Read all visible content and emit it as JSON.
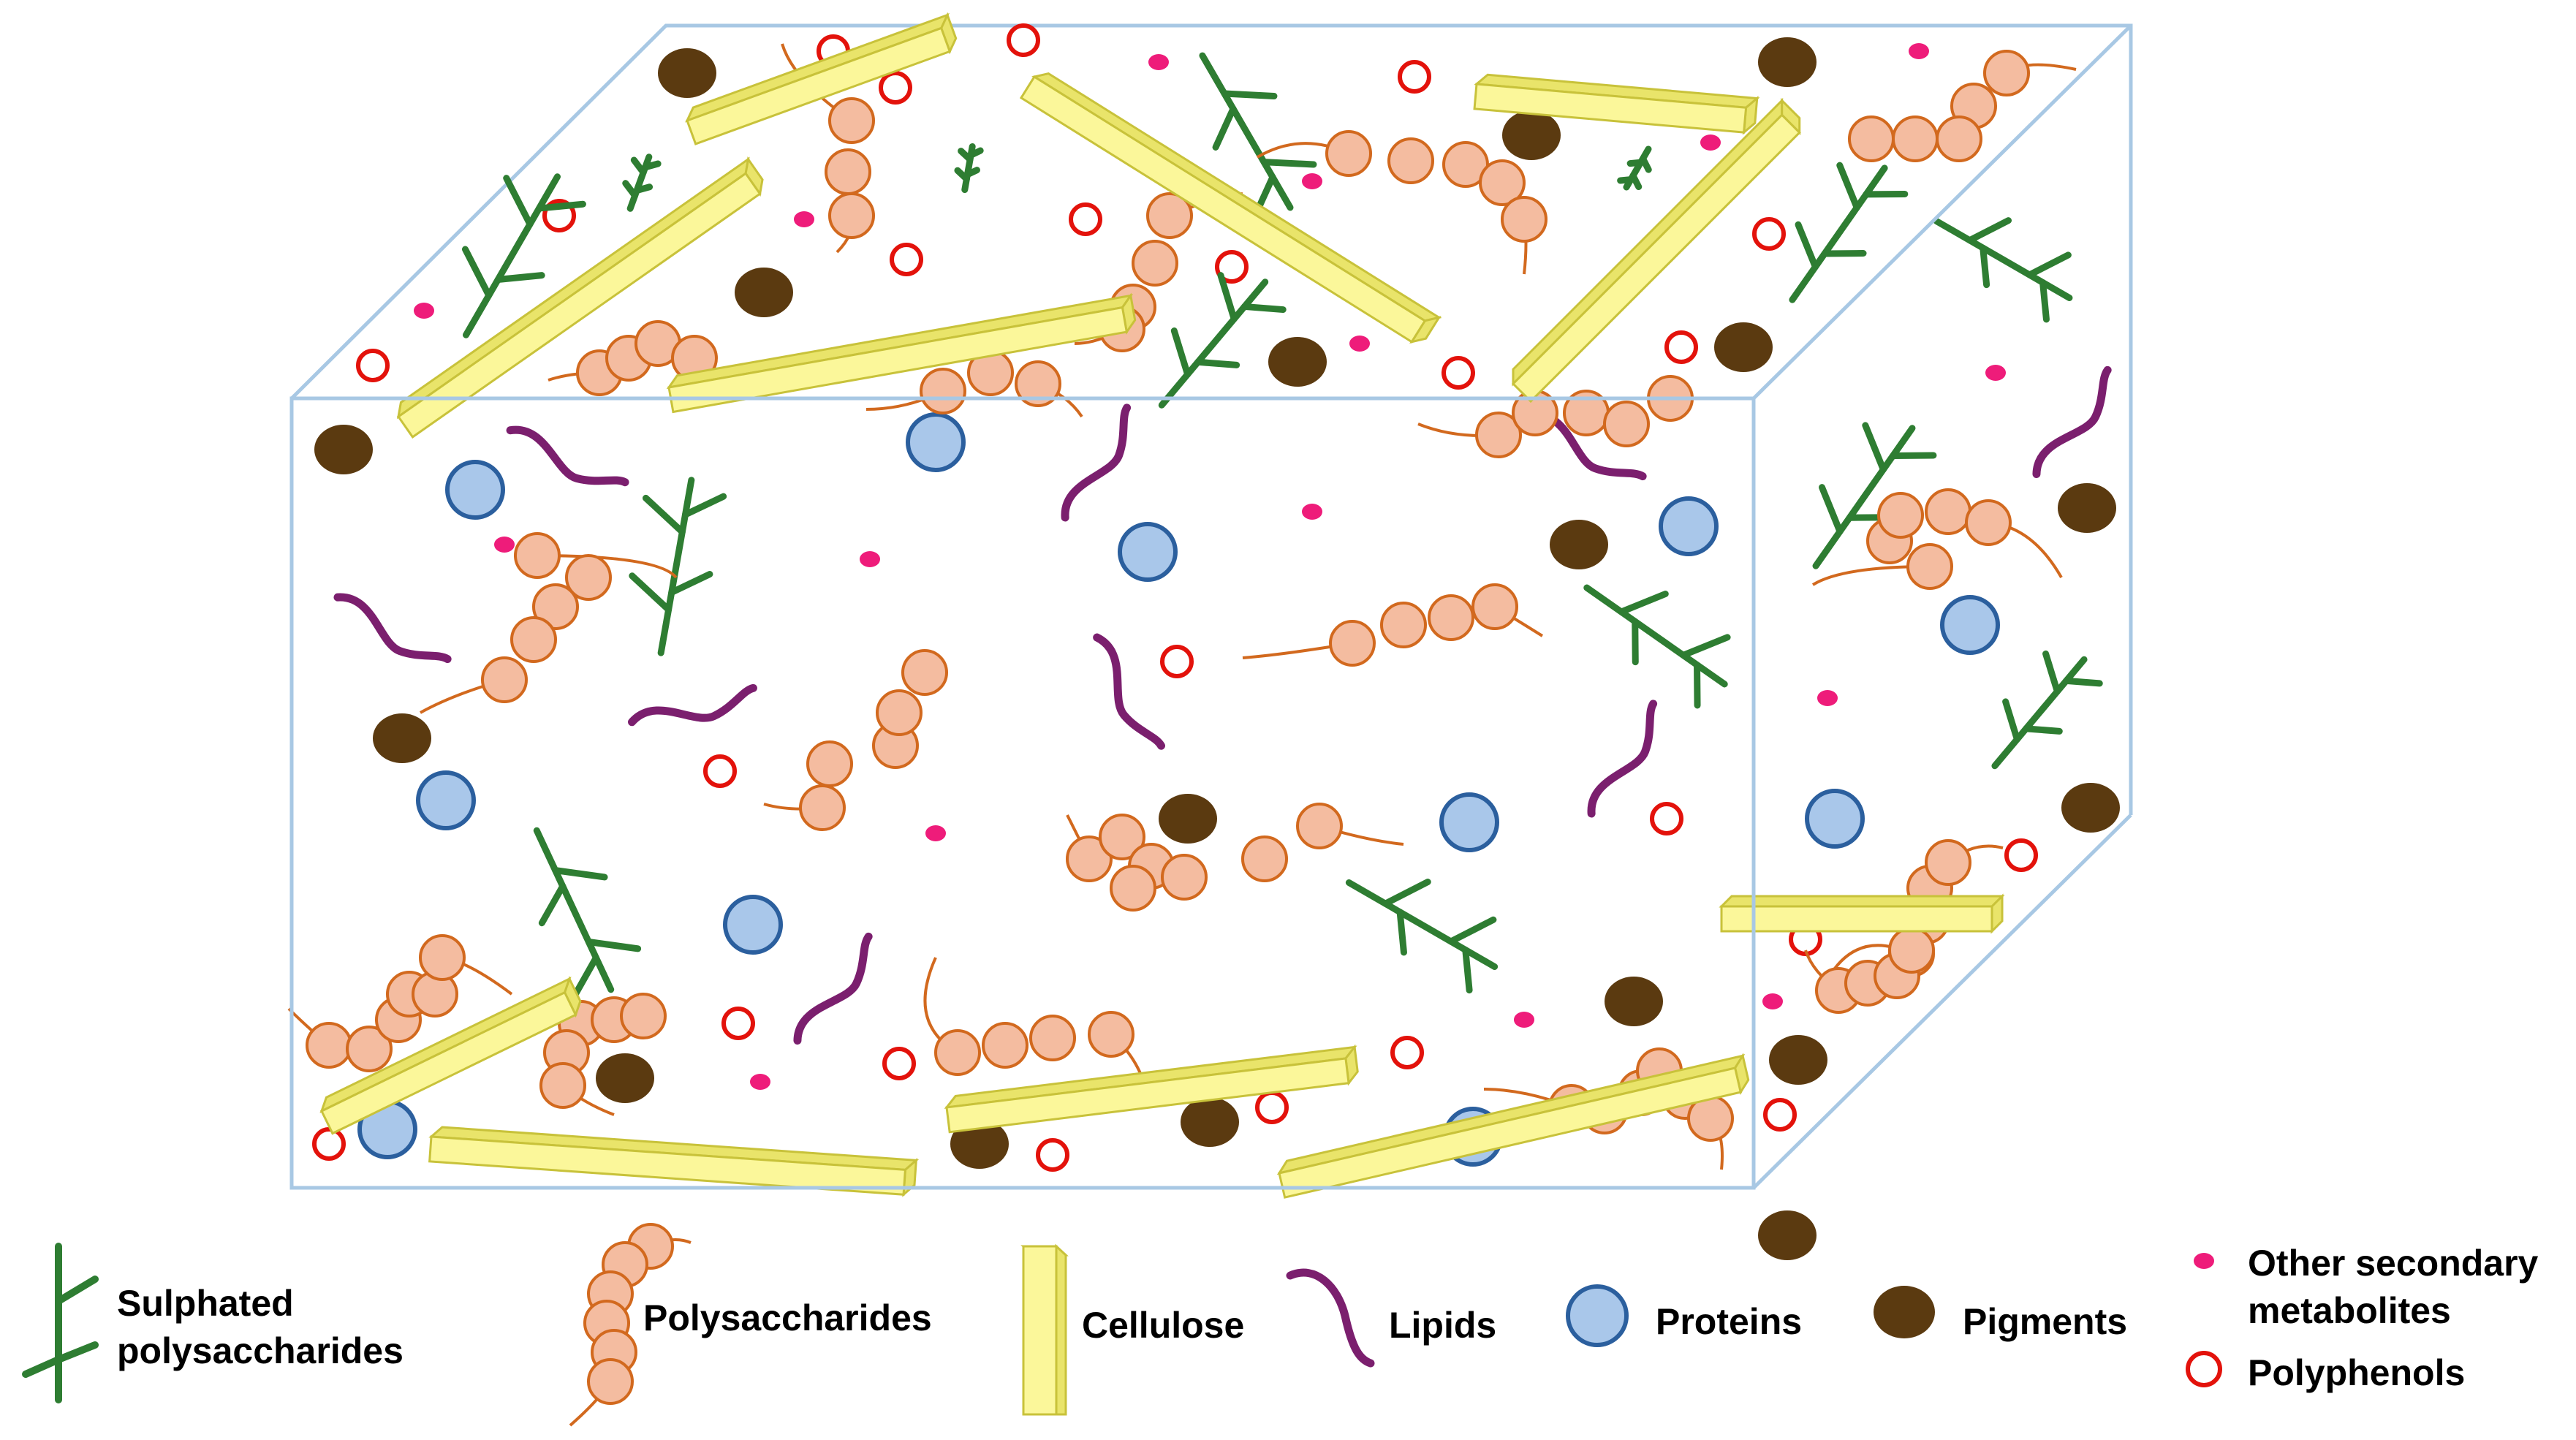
{
  "colors": {
    "box_edge": "#a8c8e4",
    "sulphated": "#2e7d32",
    "poly_fill": "#f4bca0",
    "poly_stroke": "#d2691e",
    "cellulose_fill": "#fbf79a",
    "cellulose_side": "#e9e46a",
    "cellulose_stroke": "#c8c23a",
    "lipid": "#7b1f6e",
    "protein_fill": "#a9c7ea",
    "protein_stroke": "#2b5f9e",
    "pigment": "#5b3a10",
    "metabolite": "#ee1c7a",
    "polyphenol": "#e3120b"
  },
  "legend": {
    "sulphated": {
      "icon": "sulphated-polysaccharide-icon",
      "line1": "Sulphated",
      "line2": "polysaccharides"
    },
    "polysaccharides": {
      "icon": "polysaccharide-icon",
      "label": "Polysaccharides"
    },
    "cellulose": {
      "icon": "cellulose-icon",
      "label": "Cellulose"
    },
    "lipids": {
      "icon": "lipid-icon",
      "label": "Lipids"
    },
    "proteins": {
      "icon": "protein-icon",
      "label": "Proteins"
    },
    "pigments": {
      "icon": "pigment-icon",
      "label": "Pigments"
    },
    "metabolites": {
      "icon": "metabolite-icon",
      "line1": "Other secondary",
      "line2": "metabolites"
    },
    "polyphenols": {
      "icon": "polyphenol-icon",
      "label": "Polyphenols"
    }
  }
}
